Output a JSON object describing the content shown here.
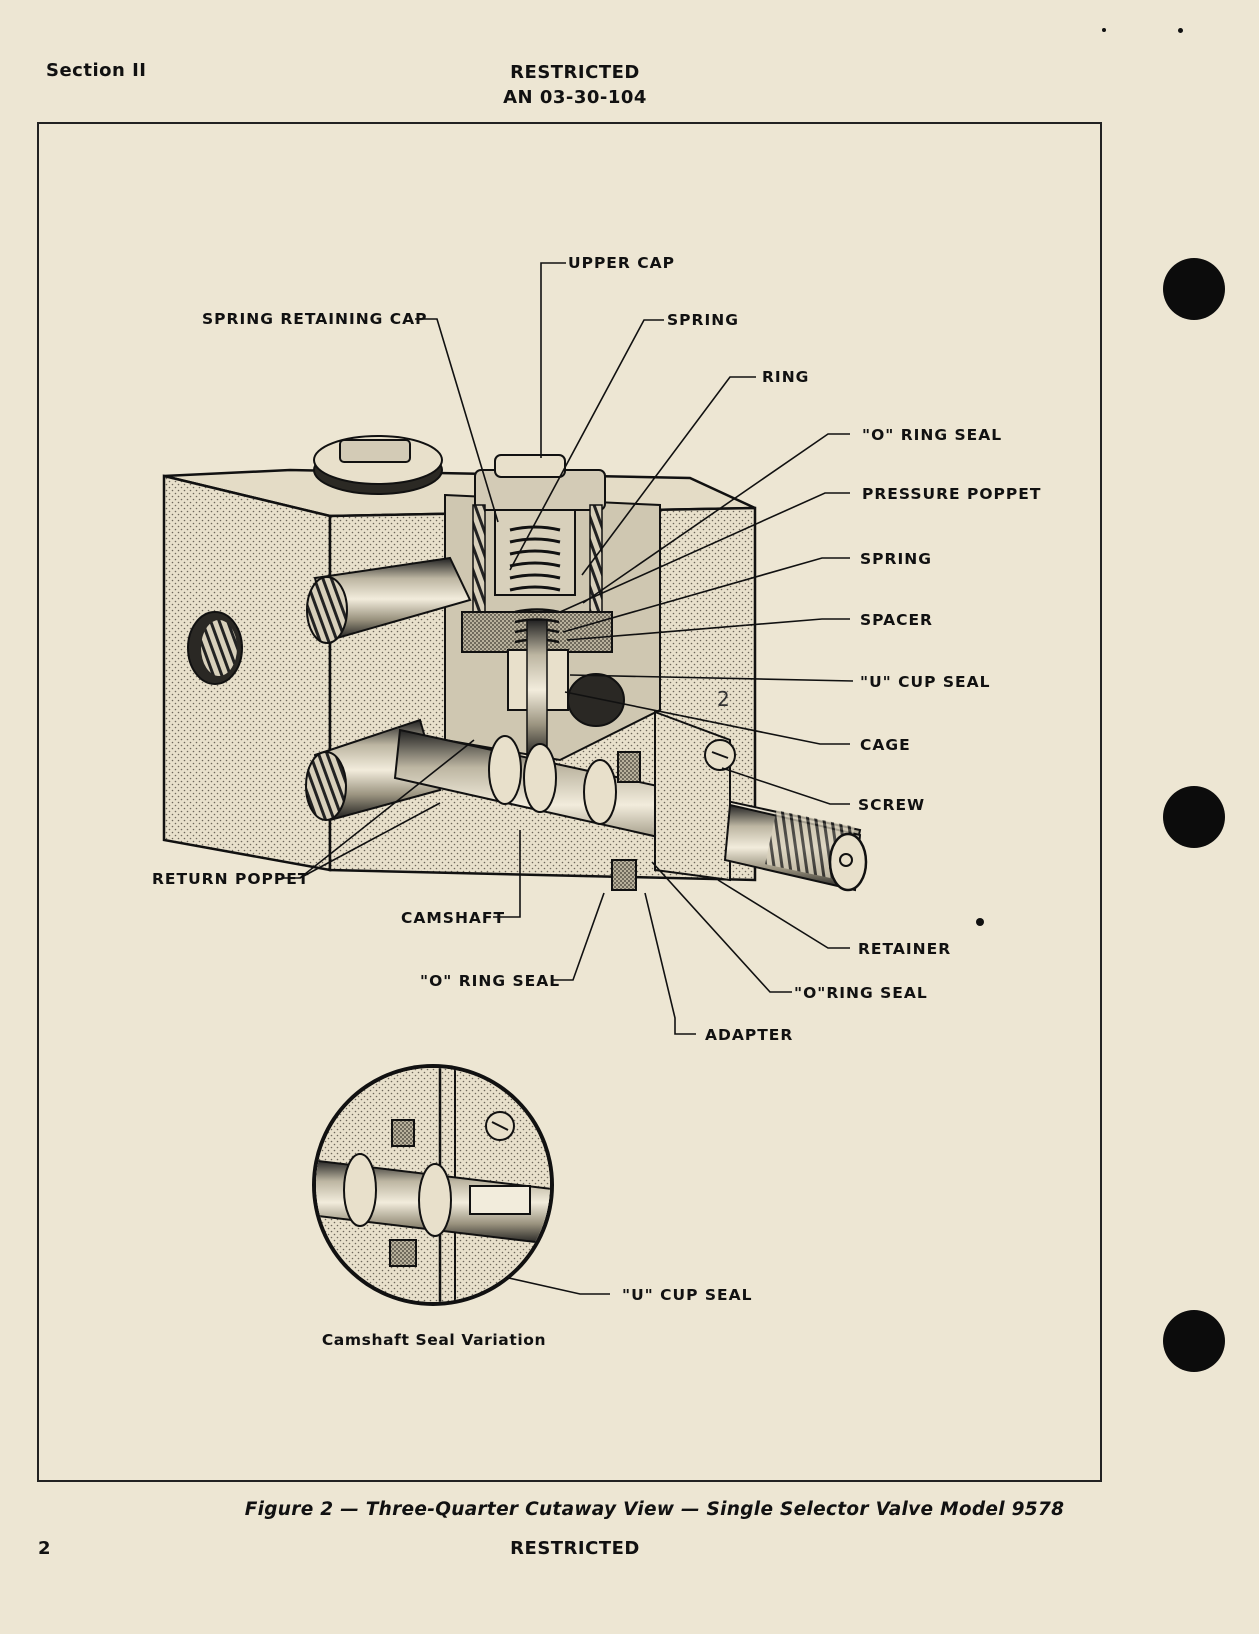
{
  "header": {
    "section": "Section II",
    "classification": "RESTRICTED",
    "document_number": "AN 03-30-104"
  },
  "figure": {
    "labels": {
      "upper_cap": "UPPER CAP",
      "spring_retaining_cap": "SPRING RETAINING CAP",
      "spring_top": "SPRING",
      "ring": "RING",
      "o_ring_seal_top": "\"O\" RING SEAL",
      "pressure_poppet": "PRESSURE POPPET",
      "spring_mid": "SPRING",
      "spacer": "SPACER",
      "u_cup_seal": "\"U\" CUP SEAL",
      "cage": "CAGE",
      "screw": "SCREW",
      "return_poppet": "RETURN POPPET",
      "camshaft": "CAMSHAFT",
      "retainer": "RETAINER",
      "o_ring_seal_left": "\"O\" RING SEAL",
      "o_ring_seal_right": "\"O\"RING SEAL",
      "adapter": "ADAPTER"
    },
    "handwritten_mark": "2",
    "inset": {
      "label": "\"U\" CUP SEAL",
      "caption": "Camshaft Seal Variation"
    },
    "caption": "Figure 2 — Three-Quarter Cutaway View — Single Selector Valve Model 9578"
  },
  "footer": {
    "page_number": "2",
    "classification": "RESTRICTED"
  }
}
